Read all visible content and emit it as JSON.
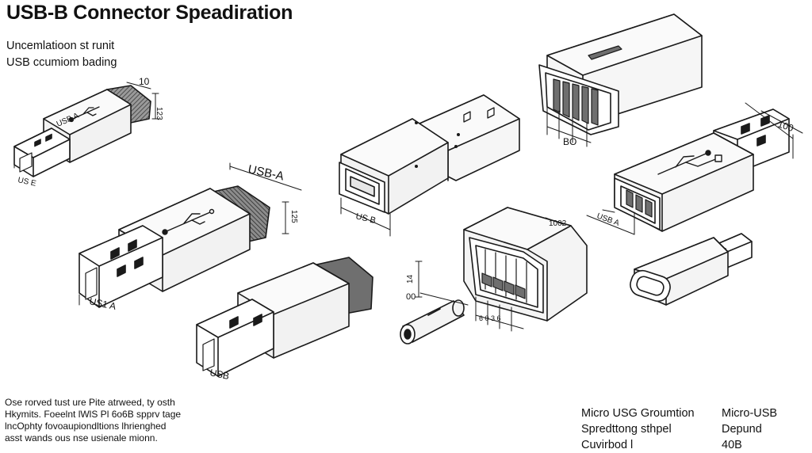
{
  "title": "USB-B Connector Speadiration",
  "subtitle_lines": [
    "Uncemlatioon st runit",
    "USB  ccumiom bading"
  ],
  "labels": {
    "usb_a_top": "USB-A",
    "usb_e": "US E",
    "usb_a_small": "USB A",
    "usb_b_front": "US B",
    "usb_b_small": "USB",
    "usb_a_right": "USB A",
    "usb_a_big": "US1 A",
    "bo": "BO",
    "dim_10": "10",
    "dim_125": "125",
    "dim_123": "123",
    "dim_100": "100",
    "dim_102": "1002",
    "dim_14": "14",
    "dim_00": "00",
    "dim_pins": "6 0 3 6"
  },
  "notes": [
    "Ose rorved tust ure Pite atrweed, ty osth",
    "Hkymits. Foeelnt lWlS Pl 6o6B spprv tage",
    "lncOphty fovoaupiondltions lhrienghed",
    "asst wands ous nse usienale mionn."
  ],
  "spec_left": [
    "Micro USG Groumtion",
    "Spredttong sthpel",
    "Cuvirbod l"
  ],
  "spec_right": [
    "Micro-USB",
    "Depund",
    "40B"
  ],
  "colors": {
    "stroke": "#1a1a1a",
    "body_fill": "#f4f4f4",
    "side_fill": "#dcdcdc",
    "metal_fill": "#ffffff",
    "dark_fill": "#6f6f6f",
    "hatch": "#5a5a5a"
  }
}
